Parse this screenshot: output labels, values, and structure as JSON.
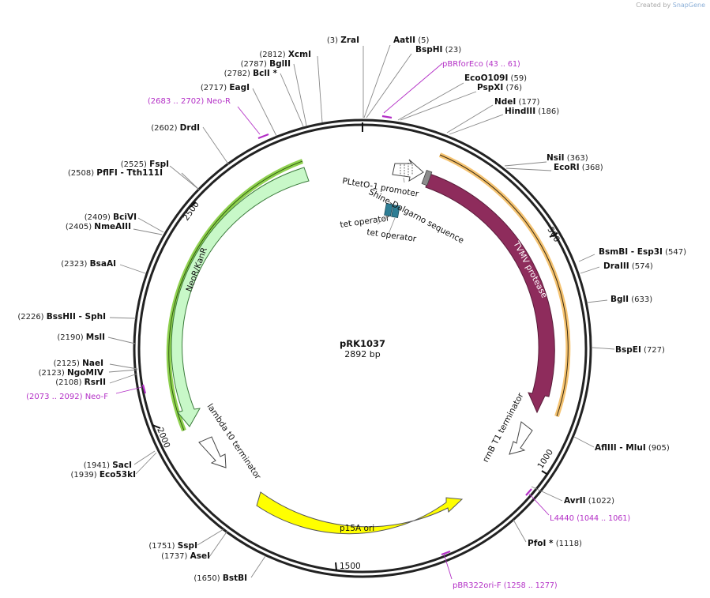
{
  "credit": {
    "prefix": "Created by",
    "brand": "SnapGene"
  },
  "plasmid": {
    "name": "pRK1037",
    "size": "2892 bp"
  },
  "features": {
    "neor": "NeoR/KanR",
    "tvmv": "TVMV protease",
    "p15a": "p15A ori",
    "lambda": "lambda t0 terminator",
    "rrnb": "rrnB T1 terminator",
    "pltet": "PLtetO-1 promoter",
    "shine": "Shine-Dalgarno sequence",
    "teto1": "tet operator",
    "teto2": "tet operator"
  },
  "ticks": [
    "500",
    "1000",
    "1500",
    "2000",
    "2500"
  ],
  "sites": [
    {
      "id": "zrai",
      "pos": "(3)",
      "name": "ZraI"
    },
    {
      "id": "aatii",
      "pos": "(5)",
      "name": "AatII"
    },
    {
      "id": "bsphi",
      "pos": "(23)",
      "name": "BspHI"
    },
    {
      "id": "eco0109i",
      "pos": "(59)",
      "name": "EcoO109I"
    },
    {
      "id": "pspxi",
      "pos": "(76)",
      "name": "PspXI"
    },
    {
      "id": "ndei",
      "pos": "(177)",
      "name": "NdeI"
    },
    {
      "id": "hindiii",
      "pos": "(186)",
      "name": "HindIII"
    },
    {
      "id": "nsii",
      "pos": "(363)",
      "name": "NsiI"
    },
    {
      "id": "ecori",
      "pos": "(368)",
      "name": "EcoRI"
    },
    {
      "id": "bsmbi",
      "pos": "(547)",
      "name": "BsmBI  - Esp3I"
    },
    {
      "id": "draiii",
      "pos": "(574)",
      "name": "DraIII"
    },
    {
      "id": "bgli",
      "pos": "(633)",
      "name": "BglI"
    },
    {
      "id": "bspei",
      "pos": "(727)",
      "name": "BspEI"
    },
    {
      "id": "afliii",
      "pos": "(905)",
      "name": "AflIII  - MluI"
    },
    {
      "id": "avrii",
      "pos": "(1022)",
      "name": "AvrII"
    },
    {
      "id": "pfoi",
      "pos": "(1118)",
      "name": "PfoI *"
    },
    {
      "id": "bstbi",
      "pos": "(1650)",
      "name": "BstBI"
    },
    {
      "id": "asei",
      "pos": "(1737)",
      "name": "AseI"
    },
    {
      "id": "sspi",
      "pos": "(1751)",
      "name": "SspI"
    },
    {
      "id": "eco53ki",
      "pos": "(1939)",
      "name": "Eco53kI"
    },
    {
      "id": "saci",
      "pos": "(1941)",
      "name": "SacI"
    },
    {
      "id": "rsrii",
      "pos": "(2108)",
      "name": "RsrII"
    },
    {
      "id": "ngomiv",
      "pos": "(2123)",
      "name": "NgoMIV"
    },
    {
      "id": "naei",
      "pos": "(2125)",
      "name": "NaeI"
    },
    {
      "id": "msii",
      "pos": "(2190)",
      "name": "MslI"
    },
    {
      "id": "bsshii",
      "pos": "(2226)",
      "name": "BssHII  - SphI"
    },
    {
      "id": "bsaai",
      "pos": "(2323)",
      "name": "BsaAI"
    },
    {
      "id": "nmeaiii",
      "pos": "(2405)",
      "name": "NmeAIII"
    },
    {
      "id": "bcivi",
      "pos": "(2409)",
      "name": "BciVI"
    },
    {
      "id": "pflfi",
      "pos": "(2508)",
      "name": "PflFI  - Tth111I"
    },
    {
      "id": "fspi",
      "pos": "(2525)",
      "name": "FspI"
    },
    {
      "id": "drdi",
      "pos": "(2602)",
      "name": "DrdI"
    },
    {
      "id": "eagi",
      "pos": "(2717)",
      "name": "EagI"
    },
    {
      "id": "bcli",
      "pos": "(2782)",
      "name": "BclI *"
    },
    {
      "id": "bglii",
      "pos": "(2787)",
      "name": "BglII"
    },
    {
      "id": "xcmi",
      "pos": "(2812)",
      "name": "XcmI"
    }
  ],
  "primers": [
    {
      "id": "pbrforeco",
      "name": "pBRforEco",
      "range": "(43 .. 61)"
    },
    {
      "id": "l4440",
      "name": "L4440",
      "range": "(1044 .. 1061)"
    },
    {
      "id": "pbr322ori",
      "name": "pBR322ori-F",
      "range": "(1258 .. 1277)"
    },
    {
      "id": "neof",
      "name": "Neo-F",
      "range": "(2073 .. 2092)"
    },
    {
      "id": "neor",
      "name": "Neo-R",
      "range": "(2683 .. 2702)"
    }
  ],
  "colors": {
    "backbone": "#222222",
    "neor_fill": "#c8f8c8",
    "neor_stroke": "#3a7a3a",
    "tvmv": "#8e2c5c",
    "p15a": "#ffff00",
    "primer": "#b32fc6",
    "orange_highlight": "#f5c371",
    "green_highlight": "#8fd14f",
    "operator": "#2e7e95"
  }
}
